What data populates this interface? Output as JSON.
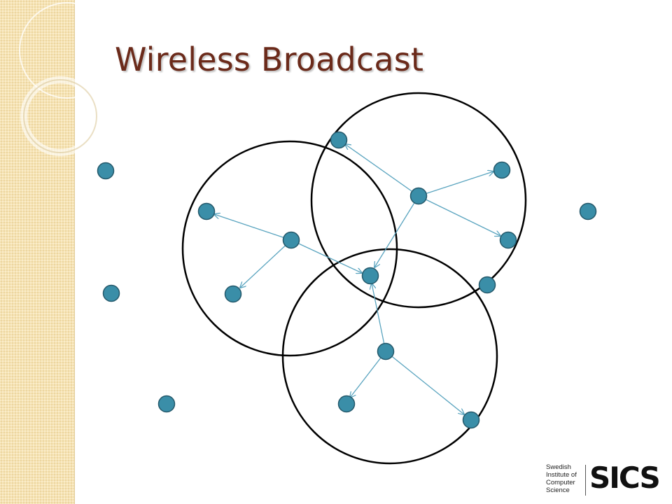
{
  "slide": {
    "title": "Wireless Broadcast"
  },
  "logo": {
    "line1": "Swedish",
    "line2": "Institute of",
    "line3": "Computer",
    "line4": "Science",
    "wordmark": "SICS"
  },
  "colors": {
    "title": "#6b2a1a",
    "node_fill": "#3a8ea8",
    "node_stroke": "#24586a",
    "arrow": "#5aa4bf",
    "range_circle": "#000000",
    "side_band": "#f6e3b4"
  }
}
